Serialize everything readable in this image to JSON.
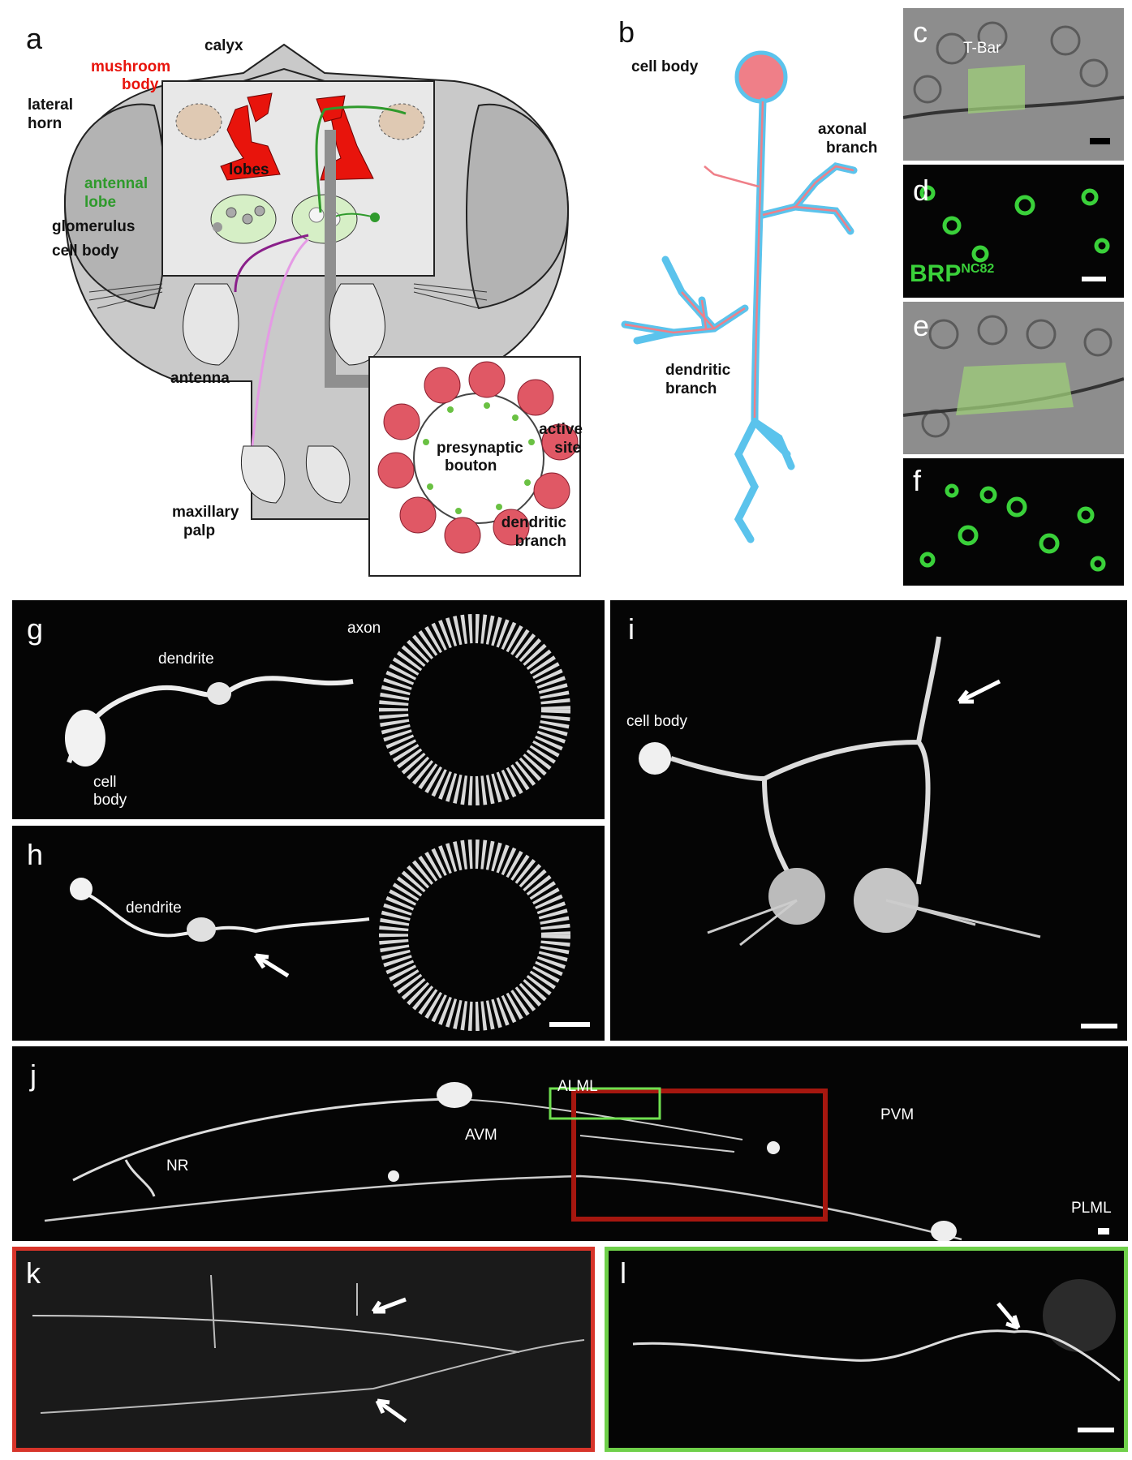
{
  "panels": {
    "a": {
      "letter": "a",
      "mushroom_body_1": "mushroom",
      "mushroom_body_2": "body",
      "calyx": "calyx",
      "lateral_horn_1": "lateral",
      "lateral_horn_2": "horn",
      "lobes": "lobes",
      "antennal_lobe_1": "antennal",
      "antennal_lobe_2": "lobe",
      "glomerulus": "glomerulus",
      "cell_body": "cell body",
      "antenna": "antenna",
      "maxillary_1": "maxillary",
      "maxillary_2": "palp",
      "presynaptic_1": "presynaptic",
      "presynaptic_2": "bouton",
      "active_1": "active",
      "active_2": "site",
      "dendritic_1": "dendritic",
      "dendritic_2": "branch"
    },
    "b": {
      "letter": "b",
      "cell_body": "cell body",
      "axonal_1": "axonal",
      "axonal_2": "branch",
      "dendritic_1": "dendritic",
      "dendritic_2": "branch"
    },
    "c": {
      "letter": "c",
      "tbar": "T-Bar"
    },
    "d": {
      "letter": "d",
      "brp": "BRP",
      "brp_sup": "NC82"
    },
    "e": {
      "letter": "e"
    },
    "f": {
      "letter": "f"
    },
    "g": {
      "letter": "g",
      "axon": "axon",
      "dendrite": "dendrite",
      "cell_1": "cell",
      "cell_2": "body"
    },
    "h": {
      "letter": "h",
      "dendrite": "dendrite"
    },
    "i": {
      "letter": "i",
      "cell_body": "cell body"
    },
    "j": {
      "letter": "j",
      "alml": "ALML",
      "avm": "AVM",
      "pvm": "PVM",
      "plml": "PLML",
      "nr": "NR"
    },
    "k": {
      "letter": "k"
    },
    "l": {
      "letter": "l"
    }
  },
  "colors": {
    "mushroom": "#e8140c",
    "antennal": "#2f9a2c",
    "neuron_blue": "#5bc3ec",
    "neuron_pink": "#ef7f88",
    "frame_red": "#d7342a",
    "frame_green": "#6fd04a",
    "box_red": "#a6170f",
    "box_green": "#6fe050"
  }
}
